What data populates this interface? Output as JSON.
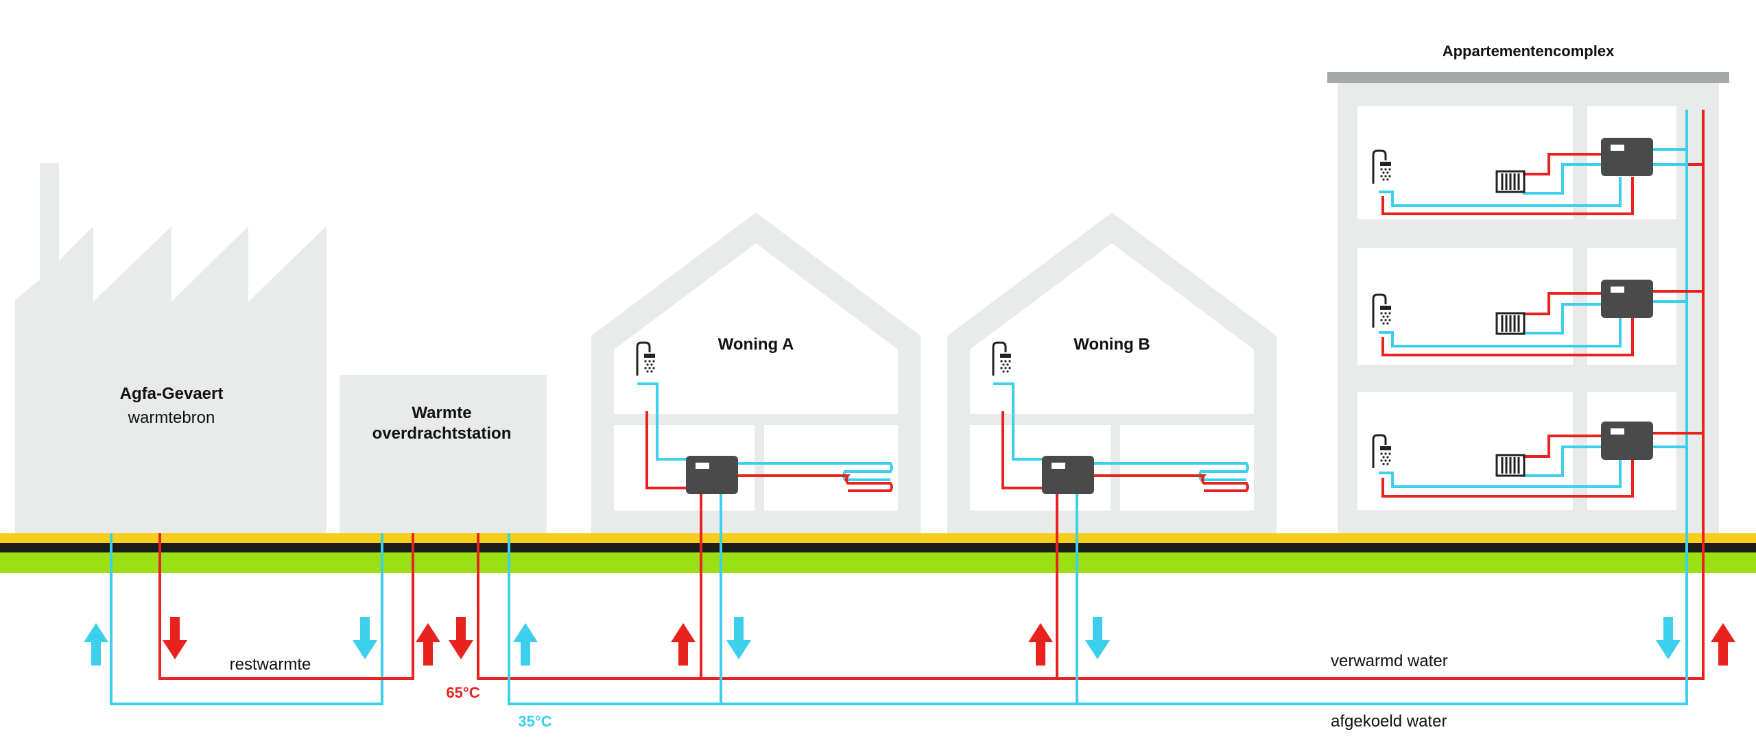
{
  "labels": {
    "source_name": "Agfa-Gevaert",
    "source_sub": "warmtebron",
    "station_line1": "Warmte",
    "station_line2": "overdrachtstation",
    "house_a": "Woning A",
    "house_b": "Woning B",
    "apartment": "Appartementencomplex",
    "restwarmte": "restwarmte",
    "verwarmd_water": "verwarmd water",
    "afgekoeld_water": "afgekoeld water",
    "temp_hot": "65°C",
    "temp_cold": "35°C"
  },
  "colors": {
    "hot": "#e8231f",
    "cold": "#3ccfee",
    "building": "#e9eaea",
    "building_frame": "#a7a9a9",
    "unit": "#4a4a4a",
    "ground_yellow": "#f6cf1c",
    "ground_black": "#1d1d1b",
    "ground_green": "#9be015"
  },
  "icons": [
    "shower-icon",
    "radiator-icon",
    "floor-heating-icon",
    "heat-exchanger-unit-icon",
    "arrow-up-icon",
    "arrow-down-icon"
  ]
}
